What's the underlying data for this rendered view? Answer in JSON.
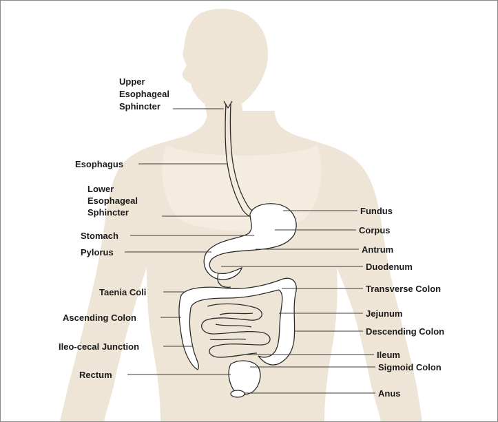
{
  "labels_left": [
    {
      "key": "upper_es",
      "lines": [
        "Upper",
        "Esophageal",
        "Sphincter"
      ]
    },
    {
      "key": "esophagus",
      "lines": [
        "Esophagus"
      ]
    },
    {
      "key": "lower_es",
      "lines": [
        "Lower",
        "Esophageal",
        "Sphincter"
      ]
    },
    {
      "key": "stomach",
      "lines": [
        "Stomach"
      ]
    },
    {
      "key": "pylorus",
      "lines": [
        "Pylorus"
      ]
    },
    {
      "key": "taenia_coli",
      "lines": [
        "Taenia Coli"
      ]
    },
    {
      "key": "ascending_colon",
      "lines": [
        "Ascending Colon"
      ]
    },
    {
      "key": "ileocecal",
      "lines": [
        "Ileo-cecal Junction"
      ]
    },
    {
      "key": "rectum",
      "lines": [
        "Rectum"
      ]
    }
  ],
  "labels_right": [
    {
      "key": "fundus",
      "lines": [
        "Fundus"
      ]
    },
    {
      "key": "corpus",
      "lines": [
        "Corpus"
      ]
    },
    {
      "key": "antrum",
      "lines": [
        "Antrum"
      ]
    },
    {
      "key": "duodenum",
      "lines": [
        "Duodenum"
      ]
    },
    {
      "key": "transverse_colon",
      "lines": [
        "Transverse Colon"
      ]
    },
    {
      "key": "jejunum",
      "lines": [
        "Jejunum"
      ]
    },
    {
      "key": "descending_colon",
      "lines": [
        "Descending Colon"
      ]
    },
    {
      "key": "ileum",
      "lines": [
        "Ileum"
      ]
    },
    {
      "key": "sigmoid_colon",
      "lines": [
        "Sigmoid Colon"
      ]
    },
    {
      "key": "anus",
      "lines": [
        "Anus"
      ]
    }
  ],
  "colors": {
    "silhouette": "#efe5d6",
    "organ_outline": "#2b2b2b",
    "label_text": "#1a1a1a",
    "frame_border": "#8a8a8a"
  }
}
